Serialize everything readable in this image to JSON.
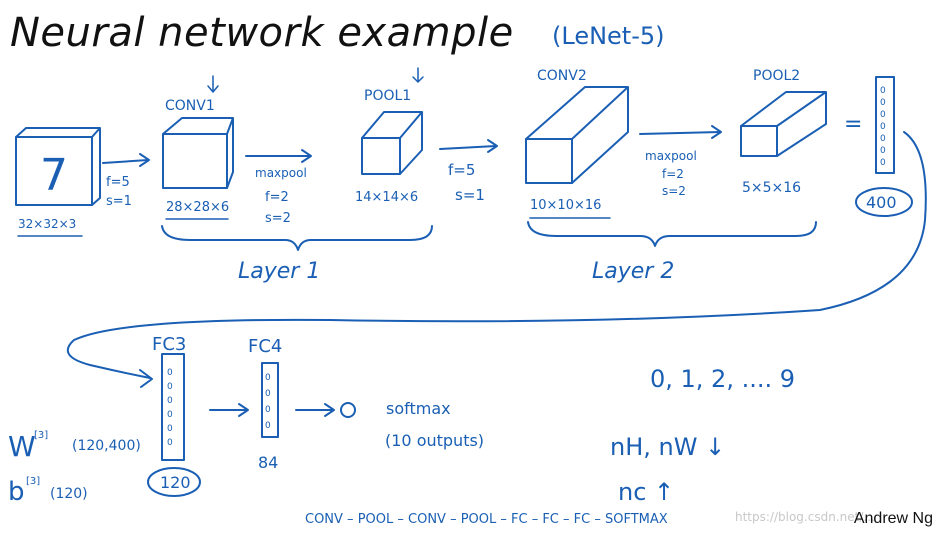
{
  "title": "Neural network example",
  "title_annotation": "(LeNet-5)",
  "author": "Andrew Ng",
  "watermark": "https://blog.csdn.net/...",
  "input": {
    "digit": "7",
    "size": "32×32×3"
  },
  "step1": {
    "f": "f=5",
    "s": "s=1"
  },
  "conv1": {
    "label": "CONV1",
    "size": "28×28×6"
  },
  "maxpool1": {
    "label": "maxpool",
    "f": "f=2",
    "s": "s=2"
  },
  "pool1": {
    "label": "POOL1",
    "size": "14×14×6"
  },
  "step2": {
    "f": "f=5",
    "s": "s=1"
  },
  "conv2": {
    "label": "CONV2",
    "size": "10×10×16"
  },
  "maxpool2": {
    "label": "maxpool",
    "f": "f=2",
    "s": "s=2"
  },
  "pool2": {
    "label": "POOL2",
    "size": "5×5×16"
  },
  "flatten": {
    "eq": "=",
    "size": "400"
  },
  "layer1": "Layer 1",
  "layer2": "Layer 2",
  "fc3": {
    "label": "FC3",
    "size": "120"
  },
  "fc4": {
    "label": "FC4",
    "size": "84"
  },
  "softmax": "softmax",
  "outputs": "(10 outputs)",
  "w3": {
    "symbol": "W",
    "sup": "[3]",
    "shape": "(120,400)"
  },
  "b3": {
    "symbol": "b",
    "sup": "[3]",
    "shape": "(120)"
  },
  "classes": "0, 1, 2, .... 9",
  "nhnw": "nH, nW ↓",
  "nc": "nc ↑",
  "pipeline": "CONV – POOL – CONV – POOL – FC – FC – FC – SOFTMAX",
  "neuron_marks": [
    "0",
    "0",
    "0",
    "0",
    "0",
    "0",
    "0"
  ],
  "colors": {
    "ink": "#1a5fb4",
    "text": "#111111"
  }
}
